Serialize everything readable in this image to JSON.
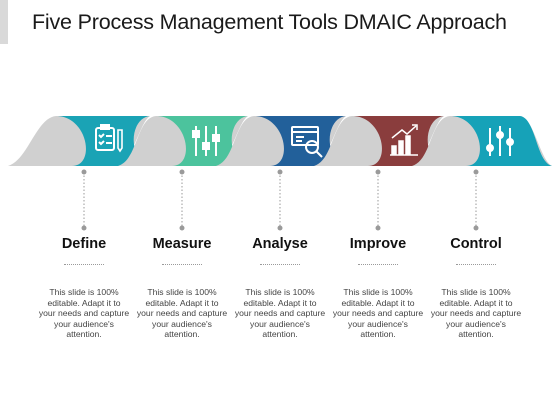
{
  "title": "Five Process Management Tools DMAIC Approach",
  "steps": [
    {
      "label": "Define",
      "color": "#1aa3b5",
      "icon": "checklist-clipboard-icon",
      "desc": "This slide is 100% editable. Adapt it to your needs and capture your audience's attention."
    },
    {
      "label": "Measure",
      "color": "#4cc39d",
      "icon": "sliders-icon",
      "desc": "This slide is 100% editable. Adapt it to your needs and capture your audience's attention."
    },
    {
      "label": "Analyse",
      "color": "#22609a",
      "icon": "browser-magnifier-icon",
      "desc": "This slide is 100% editable. Adapt it to your needs and capture your audience's attention."
    },
    {
      "label": "Improve",
      "color": "#8a3d3d",
      "icon": "growth-bar-chart-icon",
      "desc": "This slide is 100% editable. Adapt it to your needs and capture your audience's attention."
    },
    {
      "label": "Control",
      "color": "#16a2b8",
      "icon": "control-sliders-icon",
      "desc": "This slide is 100% editable. Adapt it to your needs and capture your audience's attention."
    }
  ]
}
